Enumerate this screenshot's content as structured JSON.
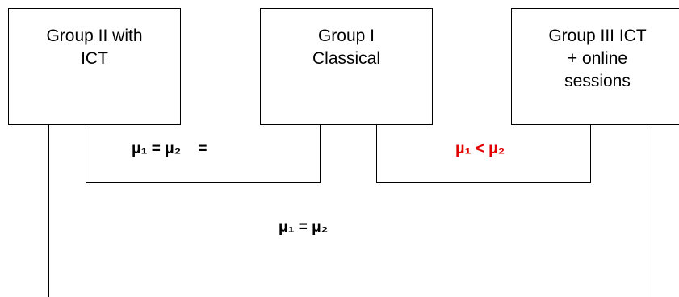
{
  "groups": {
    "group2": "Group II with\nICT",
    "group1": "Group I\nClassical",
    "group3": "Group III ICT\n+ online\nsessions"
  },
  "comparisons": {
    "group2_vs_group1": "μ₁ = μ₂    =",
    "group1_vs_group3": "μ₁ < μ₂",
    "group2_vs_group3": "μ₁ = μ₂"
  },
  "colors": {
    "text": "#000000",
    "highlight": "#e00000",
    "lines": "#000000"
  }
}
